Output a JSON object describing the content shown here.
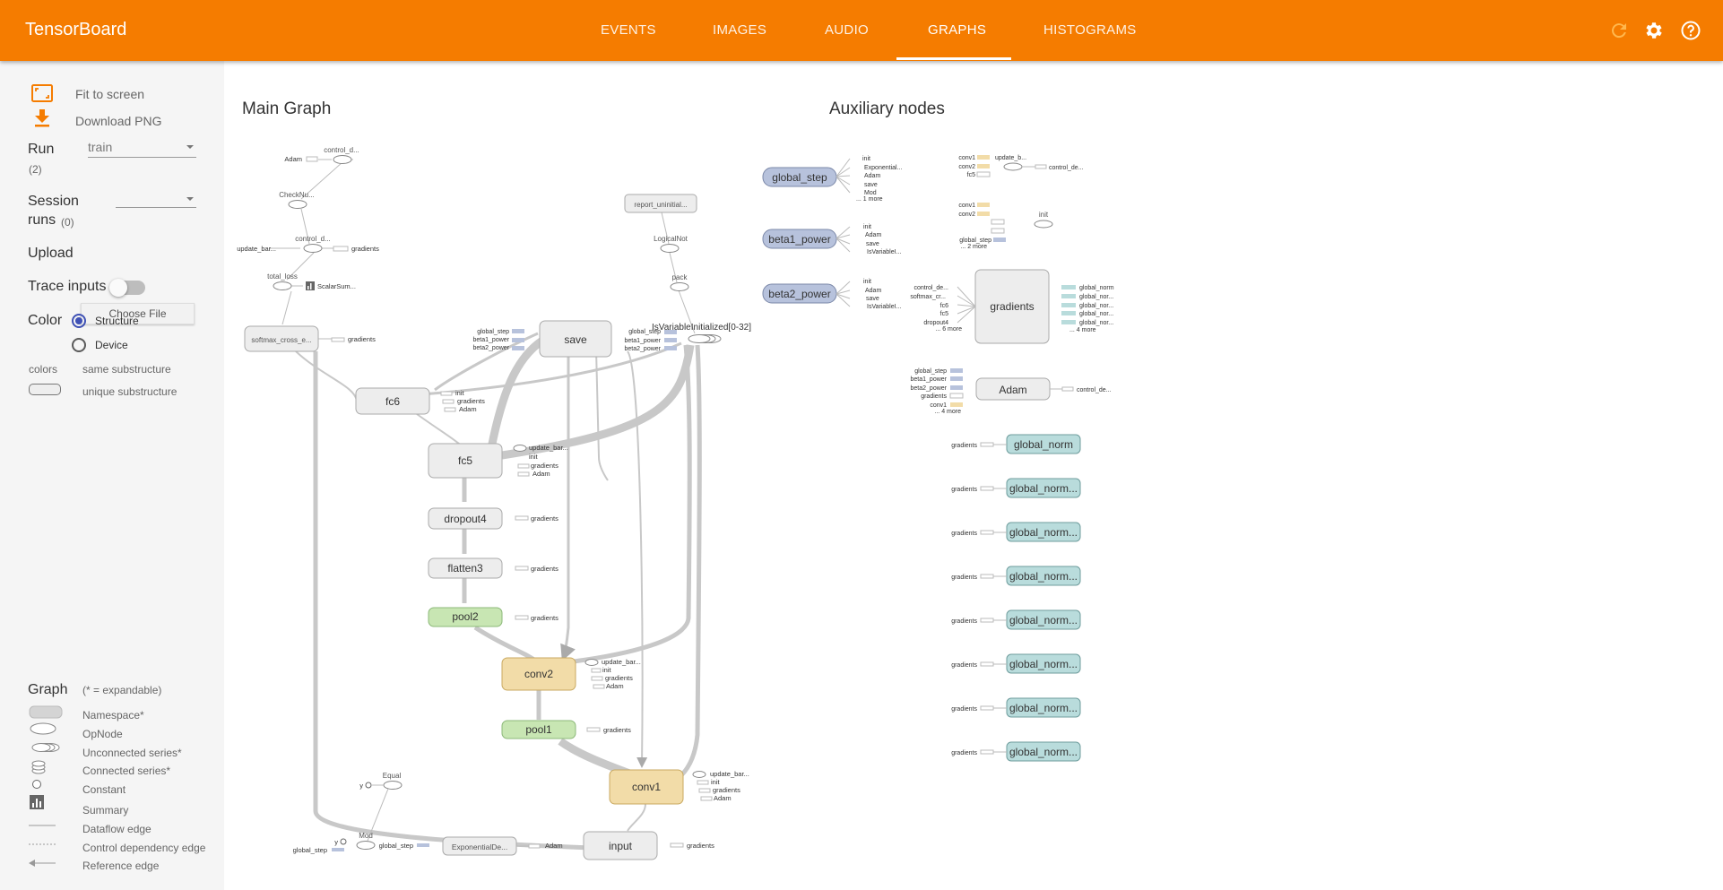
{
  "app": {
    "title": "TensorBoard"
  },
  "tabs": [
    {
      "label": "EVENTS"
    },
    {
      "label": "IMAGES"
    },
    {
      "label": "AUDIO"
    },
    {
      "label": "GRAPHS"
    },
    {
      "label": "HISTOGRAMS"
    }
  ],
  "active_tab": "GRAPHS",
  "colors": {
    "brand": "#f57c00",
    "namespace": "#ededed",
    "structure_green": "#c8e6b3",
    "conv_tan": "#f2dca8",
    "aux_blue": "#b7c2dc",
    "aux_teal": "#b9dcdc",
    "radio_accent": "#3f51b5"
  },
  "sidebar": {
    "fit_label": "Fit to screen",
    "download_label": "Download PNG",
    "run_label": "Run",
    "run_count": "(2)",
    "run_value": "train",
    "session_label_1": "Session",
    "session_label_2": "runs",
    "session_count": "(0)",
    "upload_label": "Upload",
    "upload_button": "Choose File",
    "trace_label": "Trace inputs",
    "color_label": "Color",
    "color_options": [
      "Structure",
      "Device"
    ],
    "colors_label": "colors",
    "same_sub": "same substructure",
    "unique_sub": "unique substructure",
    "graph_label": "Graph",
    "expandable_note": "(* = expandable)",
    "legend": [
      "Namespace*",
      "OpNode",
      "Unconnected series*",
      "Connected series*",
      "Constant",
      "Summary",
      "Dataflow edge",
      "Control dependency edge",
      "Reference edge"
    ]
  },
  "graph": {
    "main_title": "Main Graph",
    "aux_title": "Auxiliary nodes",
    "nodes": {
      "save": "save",
      "fc6": "fc6",
      "fc5": "fc5",
      "dropout4": "dropout4",
      "flatten3": "flatten3",
      "pool2": "pool2",
      "conv2": "conv2",
      "pool1": "pool1",
      "conv1": "conv1",
      "input": "input",
      "softmax": "softmax_cross_e...",
      "report": "report_uninitial...",
      "expdecay": "ExponentialDe...",
      "control_d": "control_d...",
      "checknu": "CheckNu...",
      "total_loss": "total_loss",
      "scalarsum": "ScalarSum...",
      "logicalnot": "LogicalNot",
      "pack": "pack",
      "isvarinit": "IsVariableInitialized[0-32]",
      "equal": "Equal",
      "mod": "Mod"
    },
    "small": {
      "adam": "Adam",
      "gradients": "gradients",
      "update_bar": "update_bar...",
      "init": "init",
      "global_step": "global_step",
      "beta1_power": "beta1_power",
      "beta2_power": "beta2_power",
      "y": "y"
    },
    "aux_nodes": {
      "global_step": "global_step",
      "beta1_power": "beta1_power",
      "beta2_power": "beta2_power",
      "gradients": "gradients",
      "adam": "Adam",
      "global_norm": "global_norm",
      "global_norm_trunc": "global_norm..."
    },
    "aux_small": {
      "exponential": "Exponential...",
      "save": "save",
      "mod": "Mod",
      "more1": "... 1 more",
      "isvariablei": "IsVariableI...",
      "conv1": "conv1",
      "conv2": "conv2",
      "fc5": "fc5",
      "fc6": "fc6",
      "update_b": "update_b...",
      "control_de": "control_de...",
      "init": "init",
      "more2": "... 2 more",
      "control_de2": "control_de...",
      "softmax_cr": "softmax_cr...",
      "dropout4": "dropout4",
      "more6": "... 6 more",
      "global_nor": "global_nor...",
      "global_norm": "global_norm",
      "more4": "... 4 more"
    }
  }
}
